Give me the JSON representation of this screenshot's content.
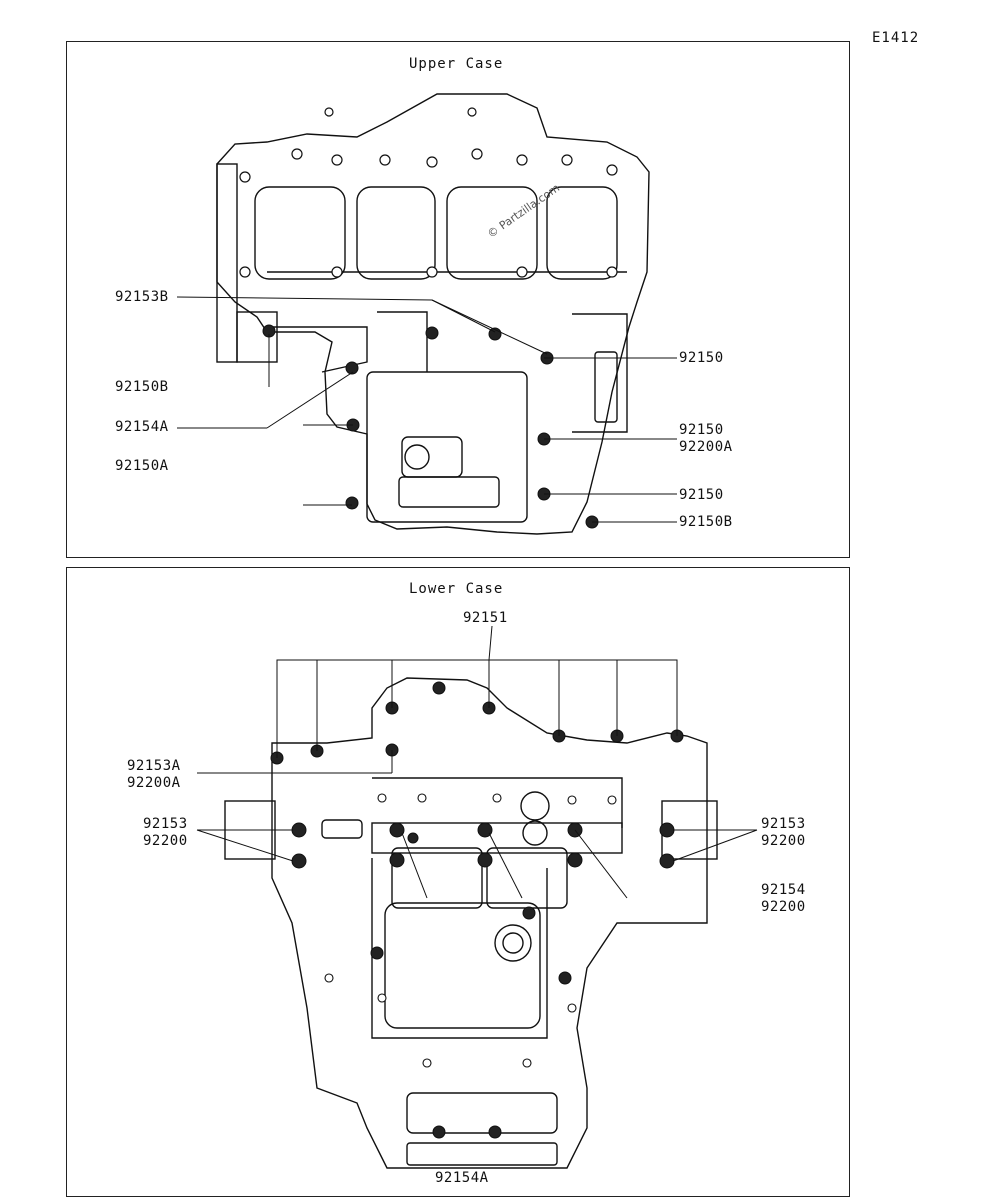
{
  "page_code": "E1412",
  "watermark": "© Partzilla.com",
  "upper": {
    "title": "Upper Case",
    "labels": {
      "l92153B": "92153B",
      "l92150B_left": "92150B",
      "l92154A": "92154A",
      "l92150A": "92150A",
      "r92150_1": "92150",
      "r92150_2": "92150",
      "r92200A": "92200A",
      "r92150_3": "92150",
      "r92150B": "92150B"
    }
  },
  "lower": {
    "title": "Lower Case",
    "labels": {
      "l92151": "92151",
      "l92153A": "92153A",
      "l92200A": "92200A",
      "l92153": "92153",
      "l92200": "92200",
      "r92153": "92153",
      "r92200_1": "92200",
      "r92154": "92154",
      "r92200_2": "92200",
      "b92154A": "92154A"
    }
  }
}
